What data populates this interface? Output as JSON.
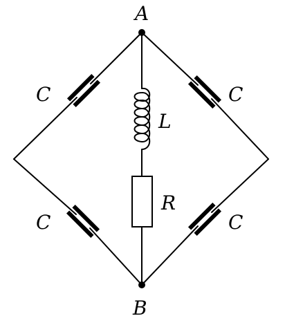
{
  "nodes": {
    "top": "A",
    "bottom": "B"
  },
  "components": {
    "capacitor_upper_left": "C",
    "capacitor_upper_right": "C",
    "capacitor_lower_left": "C",
    "capacitor_lower_right": "C",
    "inductor": "L",
    "resistor": "R"
  }
}
